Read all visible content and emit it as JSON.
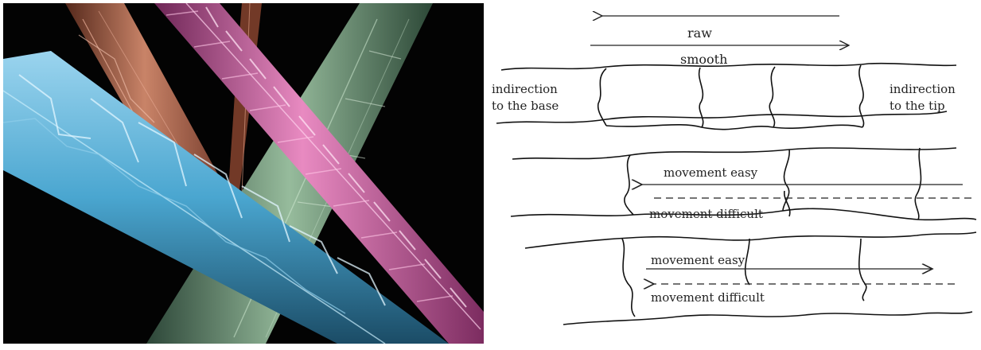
{
  "figure": {
    "photo": {
      "description_icon": "scanning-electron-micrograph-fibers-icon"
    },
    "diagram": {
      "labels": {
        "raw": "raw",
        "smooth": "smooth",
        "indirection_base": [
          "indirection",
          "to the base"
        ],
        "indirection_tip": [
          "indirection",
          "to the tip"
        ],
        "movement_easy_1": "movement easy",
        "movement_difficult_1": "movement difficult",
        "movement_easy_2": "movement easy",
        "movement_difficult_2": "movement difficult"
      }
    }
  }
}
